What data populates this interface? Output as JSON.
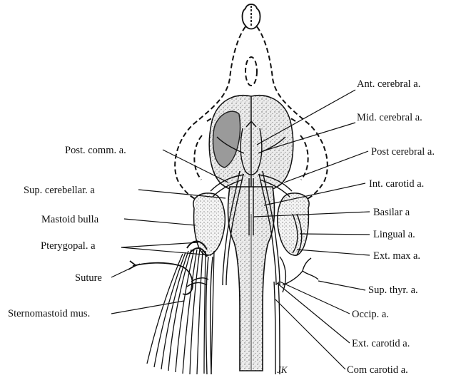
{
  "labels": {
    "right": {
      "ant_cerebral": "Ant. cerebral a.",
      "mid_cerebral": "Mid. cerebral a.",
      "post_cerebral": "Post cerebral a.",
      "int_carotid": "Int. carotid a.",
      "basilar": "Basilar a",
      "lingual": "Lingual a.",
      "ext_max": "Ext. max a.",
      "sup_thyr": "Sup. thyr. a.",
      "occip": "Occip. a.",
      "ext_carotid": "Ext. carotid a.",
      "com_carotid": "Com carotid a."
    },
    "left": {
      "post_comm": "Post. comm. a.",
      "sup_cerebellar": "Sup. cerebellar. a",
      "mastoid_bulla": "Mastoid bulla",
      "pterygopal": "Pterygopal. a",
      "suture": "Suture",
      "sternomastoid": "Sternomastoid mus."
    },
    "signature": "JK"
  }
}
